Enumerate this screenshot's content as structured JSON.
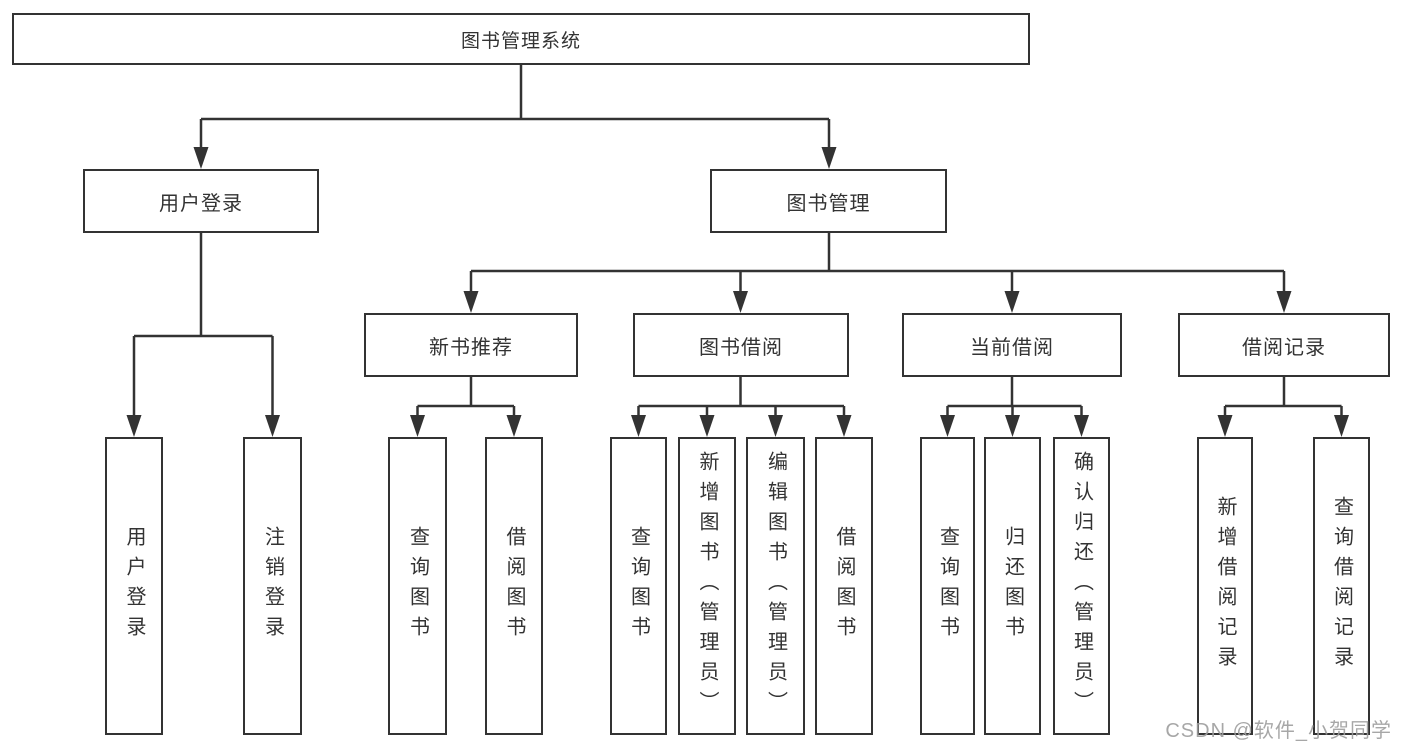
{
  "diagram": {
    "type": "hierarchy-flowchart",
    "colors": {
      "line": "#333333",
      "box_border": "#333333",
      "text": "#333333",
      "background": "#ffffff",
      "watermark": "#9e9e9e"
    },
    "watermark": "CSDN @软件_小贺同学"
  },
  "tree": {
    "label": "图书管理系统",
    "children": [
      {
        "label": "用户登录",
        "children": [
          {
            "label": "用户登录"
          },
          {
            "label": "注销登录"
          }
        ]
      },
      {
        "label": "图书管理",
        "children": [
          {
            "label": "新书推荐",
            "children": [
              {
                "label": "查询图书"
              },
              {
                "label": "借阅图书"
              }
            ]
          },
          {
            "label": "图书借阅",
            "children": [
              {
                "label": "查询图书"
              },
              {
                "label": "新增图书（管理员）"
              },
              {
                "label": "编辑图书（管理员）"
              },
              {
                "label": "借阅图书"
              }
            ]
          },
          {
            "label": "当前借阅",
            "children": [
              {
                "label": "查询图书"
              },
              {
                "label": "归还图书"
              },
              {
                "label": "确认归还（管理员）"
              }
            ]
          },
          {
            "label": "借阅记录",
            "children": [
              {
                "label": "新增借阅记录"
              },
              {
                "label": "查询借阅记录"
              }
            ]
          }
        ]
      }
    ]
  }
}
